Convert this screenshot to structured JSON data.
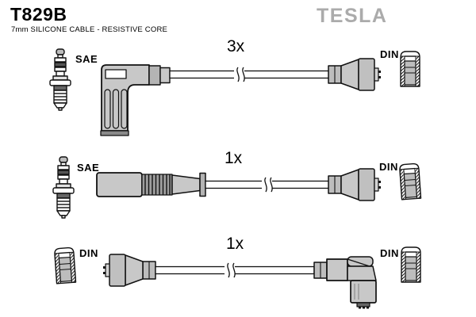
{
  "header": {
    "part_number": "T829B",
    "subtitle": "7mm SILICONE CABLE - RESISTIVE CORE",
    "brand": "TESLA"
  },
  "colors": {
    "background": "#ffffff",
    "outline": "#111111",
    "part_fill": "#c8c8c8",
    "part_fill_dark": "#b4b4b4",
    "bellows_fill": "#9e9e9e",
    "brand_gray": "#ababab"
  },
  "rows": [
    {
      "quantity": "3x",
      "left_label": "SAE",
      "right_label": "DIN",
      "icons": [
        "spark-plug-icon",
        "elbow-boot-icon",
        "cable-break-icon",
        "straight-connector-icon",
        "din-socket-icon"
      ]
    },
    {
      "quantity": "1x",
      "left_label": "SAE",
      "right_label": "DIN",
      "icons": [
        "spark-plug-icon",
        "bellows-boot-icon",
        "cable-break-icon",
        "straight-connector-icon",
        "din-socket-icon"
      ]
    },
    {
      "quantity": "1x",
      "left_label": "DIN",
      "right_label": "DIN",
      "icons": [
        "din-socket-icon",
        "straight-connector-icon",
        "cable-break-icon",
        "elbow-boot-icon",
        "din-socket-icon"
      ]
    }
  ]
}
